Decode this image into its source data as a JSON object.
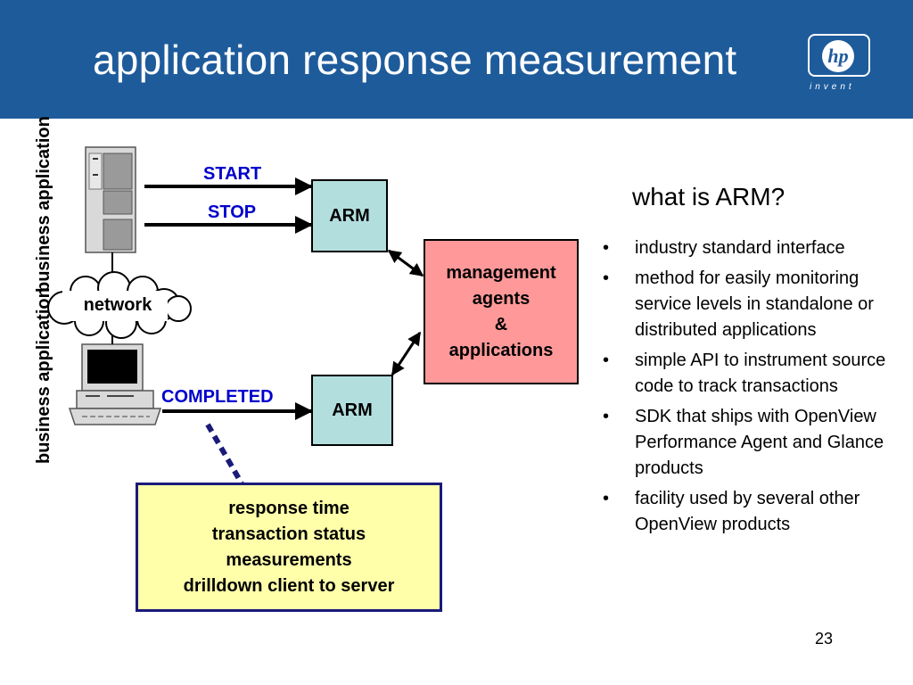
{
  "slide": {
    "title": "application response measurement",
    "page_number": "23"
  },
  "logo": {
    "mark": "hp",
    "tagline": "invent"
  },
  "diagram": {
    "server_label": "business application",
    "client_label": "business application",
    "network_label": "network",
    "start_label": "START",
    "stop_label": "STOP",
    "completed_label": "COMPLETED",
    "arm_top_label": "ARM",
    "arm_bottom_label": "ARM",
    "management_lines": [
      "management",
      "agents",
      "&",
      "applications"
    ],
    "summary_lines": [
      "response time",
      "transaction status",
      "measurements",
      "drilldown client to server"
    ]
  },
  "info": {
    "heading": "what is ARM?",
    "bullet_symbol": "•",
    "bullets": [
      "industry standard interface",
      "method for easily monitoring service levels in standalone or distributed applications",
      "simple API to instrument source code to track transactions",
      "SDK that ships with OpenView Performance Agent and Glance products",
      "facility used by several other OpenView products"
    ]
  },
  "colors": {
    "header_blue": "#1e5b9b",
    "label_blue": "#0000cc",
    "arm_fill": "#b3dede",
    "management_fill": "#ff9999",
    "summary_fill": "#ffffaa",
    "summary_border": "#1a1a7a"
  },
  "icons": [
    "server-tower-icon",
    "desktop-computer-icon",
    "network-cloud-icon",
    "hp-logo"
  ]
}
